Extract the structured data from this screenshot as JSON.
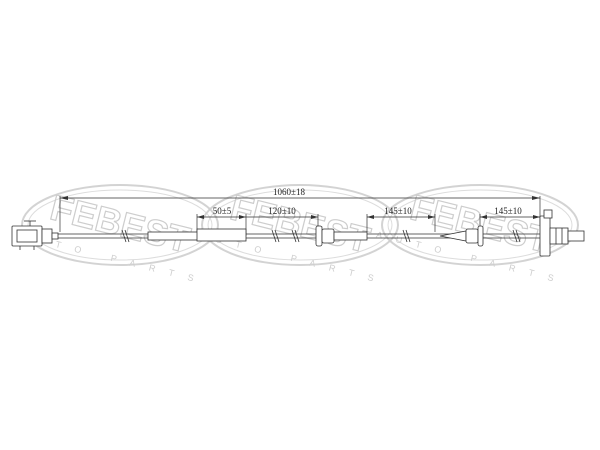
{
  "watermark": {
    "brand": "FEBEST",
    "tagline": "AUTO PARTS"
  },
  "dimensions": {
    "overall": "1060±18",
    "d1": "50±5",
    "d2": "120±10",
    "d3": "145±10",
    "d4": "145±10"
  },
  "colors": {
    "line": "#333333",
    "watermark": "#cfcfcf"
  }
}
